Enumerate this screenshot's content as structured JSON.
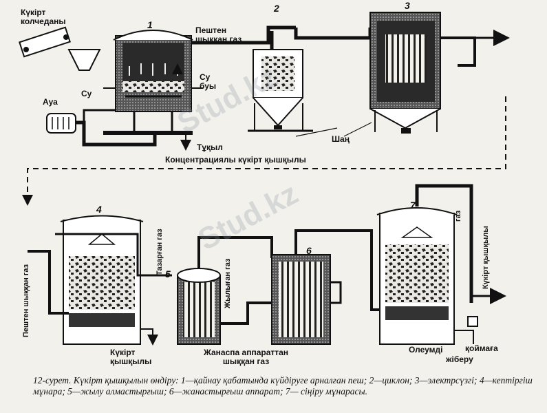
{
  "labels": {
    "pyrite": "Күкірт\nколчеданы",
    "furnace_gas": "Пештен\nшыққан газ",
    "water_left": "Су",
    "steam": "Су\nбуы",
    "air": "Ауа",
    "slag": "Тұқыл",
    "dust": "Шаң",
    "conc_acid": "Концентрациялы күкірт қышқылы",
    "furnace_gas_vertical": "Пештен шыққан газ",
    "acid_out_tower": "Күкірт\nқышқылы",
    "clean_gas": "Тазарған газ",
    "heated_gas": "Жылыған газ",
    "contact_gas": "Жанаспа аппараттан\nшыққан газ",
    "gas": "газ",
    "acid_vertical": "Күкірт қышқылы",
    "oleum": "Олеумді",
    "storage": "қоймаға",
    "send": "жіберу"
  },
  "numbers": [
    "1",
    "2",
    "3",
    "4",
    "5",
    "6",
    "7"
  ],
  "caption": "12-сурет. Күкірт қышқылын өндіру: 1—қайнау қабатында күйдіруге арналған пеш; 2—циклон; 3—электрсүзгі; 4—кептіргіш мұнара; 5—жылу алмастырғыш; 6—жанастырғыш аппарат; 7— сіңіру мұнарасы.",
  "watermark": "Stud.kz"
}
